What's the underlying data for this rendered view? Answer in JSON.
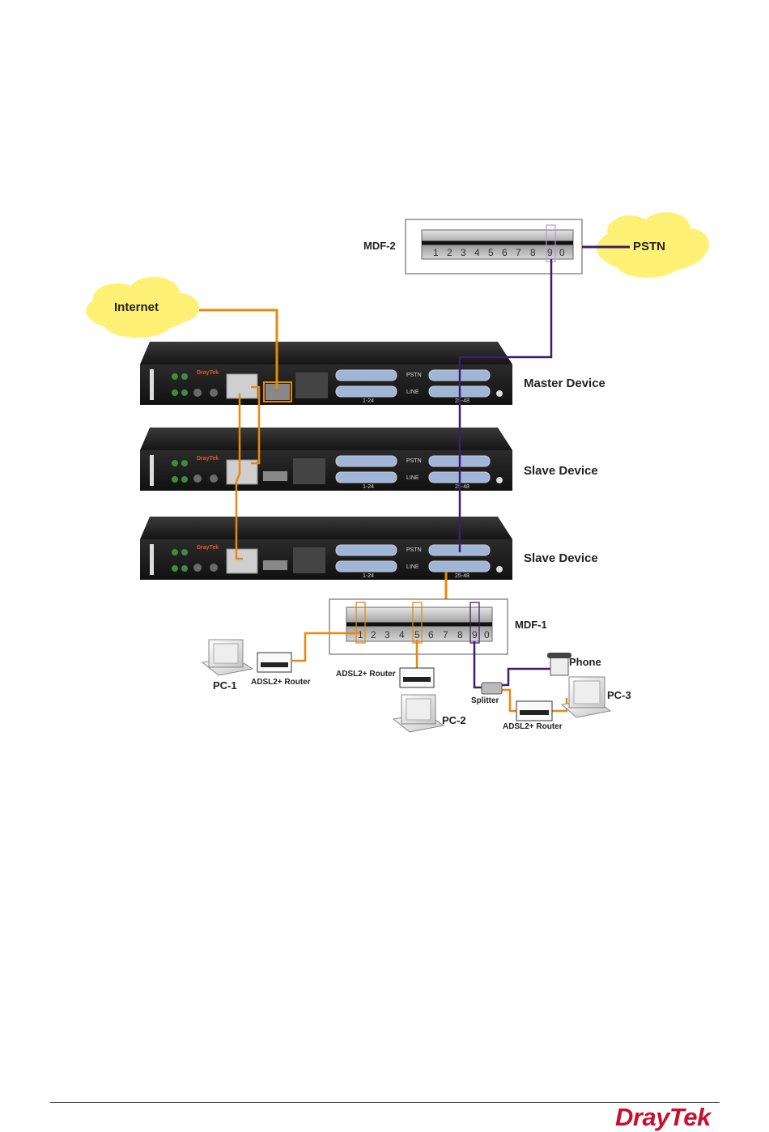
{
  "diagram": {
    "clouds": {
      "internet": "Internet",
      "pstn": "PSTN"
    },
    "mdf2": {
      "label": "MDF-2",
      "numbers": [
        "1",
        "2",
        "3",
        "4",
        "5",
        "6",
        "7",
        "8",
        "9",
        "0"
      ]
    },
    "mdf1": {
      "label": "MDF-1",
      "numbers": [
        "1",
        "2",
        "3",
        "4",
        "5",
        "6",
        "7",
        "8",
        "9",
        "0"
      ]
    },
    "devices": {
      "master": "Master Device",
      "slave1": "Slave Device",
      "slave2": "Slave Device"
    },
    "device_panel": {
      "brand": "DrayTek",
      "pstn": "PSTN",
      "line": "LINE",
      "range1": "1-24",
      "range2": "25-48"
    },
    "endpoints": {
      "pc1": "PC-1",
      "pc2": "PC-2",
      "pc3": "PC-3",
      "router1": "ADSL2+ Router",
      "router2": "ADSL2+ Router",
      "router3": "ADSL2+ Router",
      "phone": "Phone",
      "splitter": "Splitter"
    },
    "colors": {
      "ethernet": "#e8890c",
      "phone_line": "#3a1f6b",
      "cloud": "#fff176",
      "device": "#1e1e1e"
    }
  },
  "footer": {
    "logo": "DrayTek"
  }
}
